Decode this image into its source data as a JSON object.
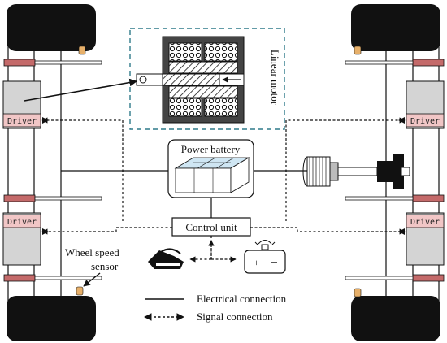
{
  "labels": {
    "linear_motor": "Linear motor",
    "power_battery": "Power battery",
    "control_unit": "Control unit",
    "driver": "Driver",
    "wheel_speed_line1": "Wheel speed",
    "wheel_speed_line2": "sensor",
    "electrical_connection": "Electrical connection",
    "signal_connection": "Signal connection"
  },
  "colors": {
    "tire": "#111111",
    "driver_band": "#f1c6c6",
    "motor_gray": "#d4d4d4",
    "battery_cell": "#cfe6f3",
    "dash_border": "#2f7a8a",
    "bracket_red": "#c46a6a",
    "sensor_orange": "#e7b06a"
  }
}
